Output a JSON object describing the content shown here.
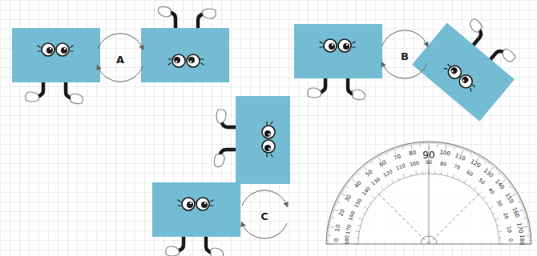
{
  "diagram": {
    "labels": [
      "A",
      "B",
      "C",
      "0",
      "10",
      "20",
      "30",
      "40",
      "50",
      "60",
      "70",
      "80",
      "90",
      "100",
      "110",
      "120",
      "130",
      "140",
      "150",
      "160",
      "170",
      "180",
      "180",
      "170",
      "160",
      "150",
      "140",
      "130",
      "120",
      "110",
      "100",
      "90",
      "80",
      "70",
      "60",
      "50",
      "40",
      "30",
      "20",
      "10",
      "0"
    ]
  }
}
